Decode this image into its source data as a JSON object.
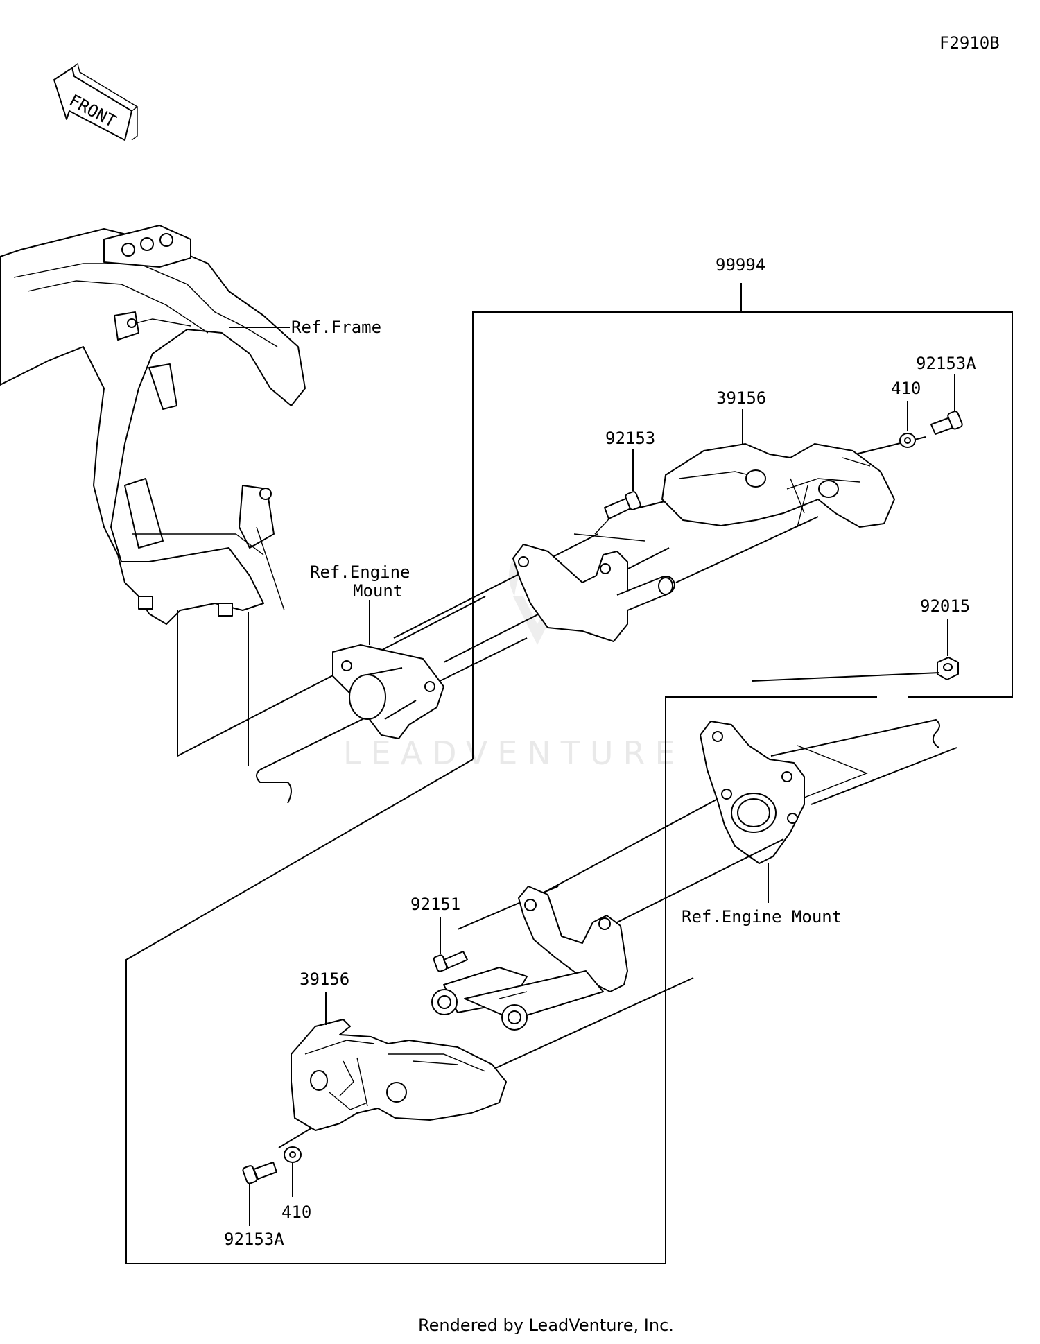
{
  "diagram_code": "F2910B",
  "front_arrow_text": "FRONT",
  "watermark": "LEADVENTURE",
  "footer": "Rendered by LeadVenture, Inc.",
  "refs": {
    "frame": "Ref.Frame",
    "engine_mount_line1": "Ref.Engine",
    "engine_mount_line2": "Mount",
    "engine_mount_right": "Ref.Engine Mount"
  },
  "parts": {
    "kit": "99994",
    "bolt_top_right": "92153A",
    "washer_top": "410",
    "slider_top": "39156",
    "bolt_top_left": "92153",
    "nut": "92015",
    "bolt_lower": "92151",
    "slider_bottom": "39156",
    "washer_bottom": "410",
    "bolt_bottom": "92153A"
  }
}
